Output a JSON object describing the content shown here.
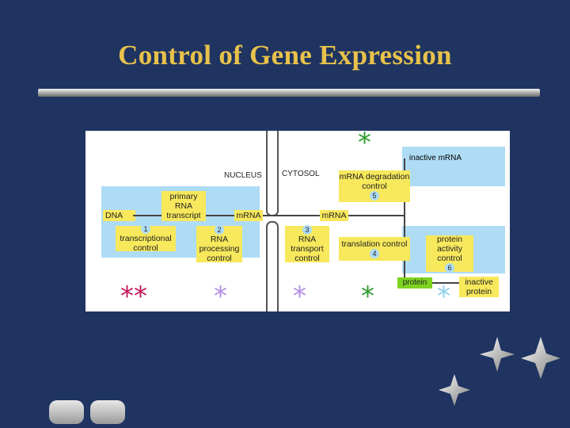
{
  "slide": {
    "title": "Control of Gene Expression"
  },
  "diagram": {
    "nucleus_label": "NUCLEUS",
    "cytosol_label": "CYTOSOL",
    "dna_label": "DNA",
    "primary_transcript": "primary RNA transcript",
    "mrna_nucleus": "mRNA",
    "mrna_cytosol": "mRNA",
    "inactive_mrna": "inactive mRNA",
    "protein": "protein",
    "inactive_protein": "inactive protein",
    "controls": [
      {
        "number": "1",
        "label": "transcriptional control"
      },
      {
        "number": "2",
        "label": "RNA processing control"
      },
      {
        "number": "3",
        "label": "RNA transport control"
      },
      {
        "number": "4",
        "label": "translation control"
      },
      {
        "number": "5",
        "label": "mRNA degradation control"
      },
      {
        "number": "6",
        "label": "protein activity control"
      }
    ],
    "markers": [
      {
        "glyph": "**",
        "color": "#c2185b"
      },
      {
        "glyph": "*",
        "color": "#b48ee6"
      },
      {
        "glyph": "*",
        "color": "#b48ee6"
      },
      {
        "glyph": "*",
        "color": "#2e9c2e"
      },
      {
        "glyph": "*",
        "color": "#8fd0f0"
      },
      {
        "glyph": "*",
        "color": "#2e9c2e"
      }
    ]
  }
}
